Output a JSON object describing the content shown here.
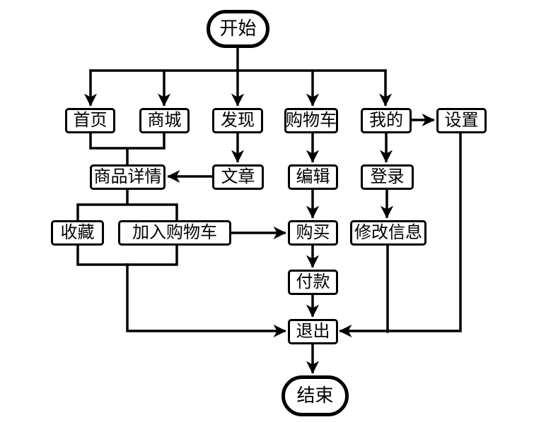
{
  "diagram": {
    "type": "flowchart",
    "background": "#ffffff",
    "line_color": "#000000",
    "text_color": "#000000",
    "node_fill": "#ffffff",
    "nodes": {
      "start": {
        "label": "开始",
        "shape": "stadium"
      },
      "home": {
        "label": "首页",
        "shape": "rect"
      },
      "mall": {
        "label": "商城",
        "shape": "rect"
      },
      "discover": {
        "label": "发现",
        "shape": "rect"
      },
      "cart": {
        "label": "购物车",
        "shape": "rect"
      },
      "mine": {
        "label": "我的",
        "shape": "rect"
      },
      "settings": {
        "label": "设置",
        "shape": "rect"
      },
      "detail": {
        "label": "商品详情",
        "shape": "rect"
      },
      "article": {
        "label": "文章",
        "shape": "rect"
      },
      "edit": {
        "label": "编辑",
        "shape": "rect"
      },
      "login": {
        "label": "登录",
        "shape": "rect"
      },
      "favorite": {
        "label": "收藏",
        "shape": "rect"
      },
      "add_to_cart": {
        "label": "加入购物车",
        "shape": "rect"
      },
      "buy": {
        "label": "购买",
        "shape": "rect"
      },
      "modify_info": {
        "label": "修改信息",
        "shape": "rect"
      },
      "pay": {
        "label": "付款",
        "shape": "rect"
      },
      "exit": {
        "label": "退出",
        "shape": "rect"
      },
      "end": {
        "label": "结束",
        "shape": "stadium"
      }
    },
    "edges": [
      {
        "from": "开始",
        "to": "首页"
      },
      {
        "from": "开始",
        "to": "商城"
      },
      {
        "from": "开始",
        "to": "发现"
      },
      {
        "from": "开始",
        "to": "购物车"
      },
      {
        "from": "开始",
        "to": "我的"
      },
      {
        "from": "我的",
        "to": "设置"
      },
      {
        "from": "首页",
        "to": "商品详情"
      },
      {
        "from": "商城",
        "to": "商品详情"
      },
      {
        "from": "发现",
        "to": "文章"
      },
      {
        "from": "文章",
        "to": "商品详情"
      },
      {
        "from": "购物车",
        "to": "编辑"
      },
      {
        "from": "我的",
        "to": "登录"
      },
      {
        "from": "商品详情",
        "to": "收藏"
      },
      {
        "from": "商品详情",
        "to": "加入购物车"
      },
      {
        "from": "加入购物车",
        "to": "购买"
      },
      {
        "from": "编辑",
        "to": "购买"
      },
      {
        "from": "登录",
        "to": "修改信息"
      },
      {
        "from": "购买",
        "to": "付款"
      },
      {
        "from": "付款",
        "to": "退出"
      },
      {
        "from": "收藏",
        "to": "退出"
      },
      {
        "from": "加入购物车",
        "to": "退出"
      },
      {
        "from": "修改信息",
        "to": "退出"
      },
      {
        "from": "设置",
        "to": "退出"
      },
      {
        "from": "退出",
        "to": "结束"
      }
    ]
  }
}
